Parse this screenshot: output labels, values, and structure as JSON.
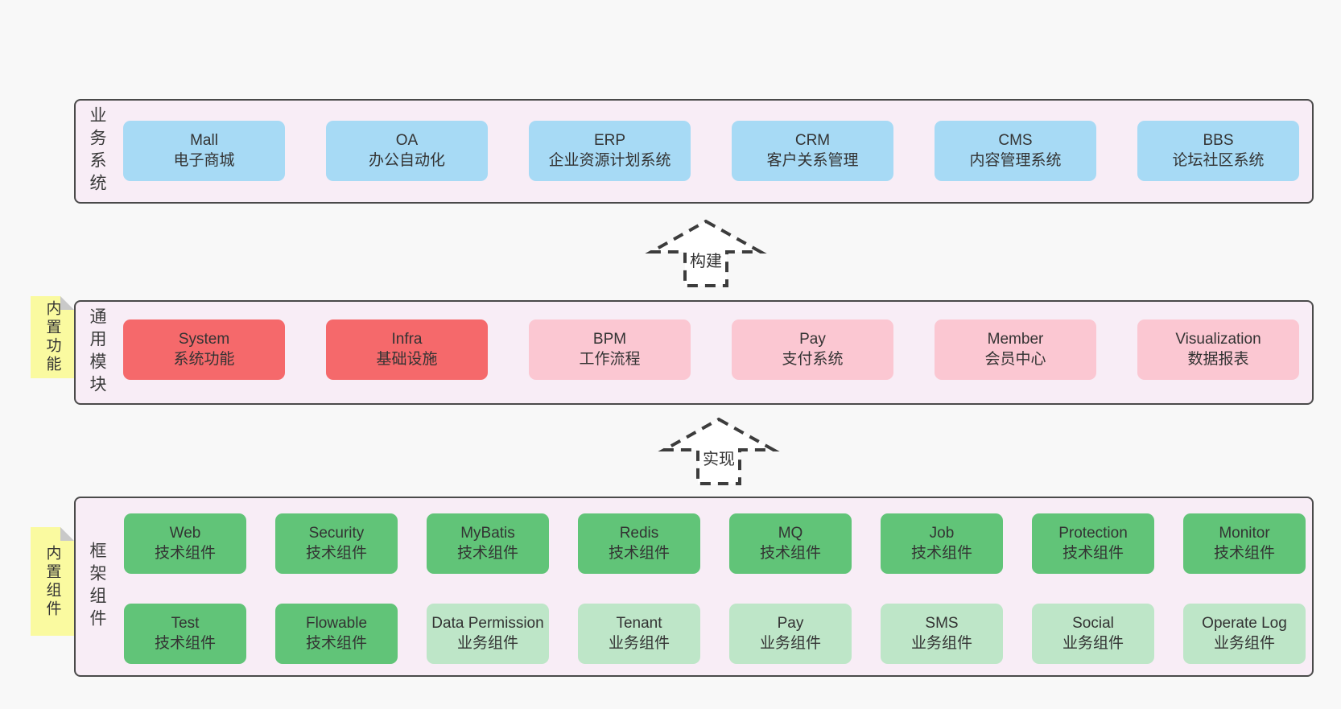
{
  "colors": {
    "blue": "#a7daf5",
    "red": "#f5696b",
    "pink": "#fbc7d2",
    "green": "#61c478",
    "light_green": "#bee6c8",
    "container_bg": "#f8edf6",
    "container_border": "#4a4a4a",
    "sticky_bg": "#fafaa0",
    "sticky_fold": "#c9c9c9",
    "page_bg": "#f8f8f8",
    "text": "#333333",
    "arrow_stroke": "#3c3c3c"
  },
  "layers": [
    {
      "id": "business-systems",
      "label": "业务系统",
      "boxes": [
        {
          "name": "Mall",
          "desc": "电子商城",
          "variant": "blue"
        },
        {
          "name": "OA",
          "desc": "办公自动化",
          "variant": "blue"
        },
        {
          "name": "ERP",
          "desc": "企业资源计划系统",
          "variant": "blue"
        },
        {
          "name": "CRM",
          "desc": "客户关系管理",
          "variant": "blue"
        },
        {
          "name": "CMS",
          "desc": "内容管理系统",
          "variant": "blue"
        },
        {
          "name": "BBS",
          "desc": "论坛社区系统",
          "variant": "blue"
        }
      ]
    },
    {
      "id": "common-modules",
      "label": "通用模块",
      "boxes": [
        {
          "name": "System",
          "desc": "系统功能",
          "variant": "red"
        },
        {
          "name": "Infra",
          "desc": "基础设施",
          "variant": "red"
        },
        {
          "name": "BPM",
          "desc": "工作流程",
          "variant": "pink"
        },
        {
          "name": "Pay",
          "desc": "支付系统",
          "variant": "pink"
        },
        {
          "name": "Member",
          "desc": "会员中心",
          "variant": "pink"
        },
        {
          "name": "Visualization",
          "desc": "数据报表",
          "variant": "pink"
        }
      ]
    },
    {
      "id": "framework-components",
      "label": "框架组件",
      "rows": [
        [
          {
            "name": "Web",
            "desc": "技术组件",
            "variant": "green"
          },
          {
            "name": "Security",
            "desc": "技术组件",
            "variant": "green"
          },
          {
            "name": "MyBatis",
            "desc": "技术组件",
            "variant": "green"
          },
          {
            "name": "Redis",
            "desc": "技术组件",
            "variant": "green"
          },
          {
            "name": "MQ",
            "desc": "技术组件",
            "variant": "green"
          },
          {
            "name": "Job",
            "desc": "技术组件",
            "variant": "green"
          },
          {
            "name": "Protection",
            "desc": "技术组件",
            "variant": "green"
          },
          {
            "name": "Monitor",
            "desc": "技术组件",
            "variant": "green"
          }
        ],
        [
          {
            "name": "Test",
            "desc": "技术组件",
            "variant": "green"
          },
          {
            "name": "Flowable",
            "desc": "技术组件",
            "variant": "green"
          },
          {
            "name": "Data Permission",
            "desc": "业务组件",
            "variant": "light_green"
          },
          {
            "name": "Tenant",
            "desc": "业务组件",
            "variant": "light_green"
          },
          {
            "name": "Pay",
            "desc": "业务组件",
            "variant": "light_green"
          },
          {
            "name": "SMS",
            "desc": "业务组件",
            "variant": "light_green"
          },
          {
            "name": "Social",
            "desc": "业务组件",
            "variant": "light_green"
          },
          {
            "name": "Operate Log",
            "desc": "业务组件",
            "variant": "light_green"
          }
        ]
      ]
    }
  ],
  "arrows": [
    {
      "label": "构建"
    },
    {
      "label": "实现"
    }
  ],
  "stickies": [
    {
      "label": "内置功能"
    },
    {
      "label": "内置组件"
    }
  ]
}
